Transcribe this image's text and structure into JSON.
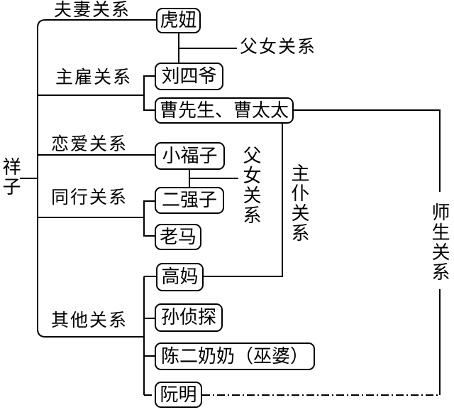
{
  "diagram": {
    "root": {
      "label": "祥子"
    },
    "branches": [
      {
        "label": "夫妻关系",
        "nodes": [
          "虎妞"
        ]
      },
      {
        "label": "主雇关系",
        "nodes": [
          "刘四爷",
          "曹先生、曹太太"
        ]
      },
      {
        "label": "恋爱关系",
        "nodes": [
          "小福子"
        ]
      },
      {
        "label": "同行关系",
        "nodes": [
          "二强子",
          "老马"
        ]
      },
      {
        "label": "其他关系",
        "nodes": [
          "高妈",
          "孙侦探",
          "陈二奶奶（巫婆）",
          "阮明"
        ]
      }
    ],
    "cross_relations": [
      {
        "label": "父女关系",
        "between": [
          "虎妞",
          "刘四爷"
        ],
        "orientation": "horizontal"
      },
      {
        "label": "父女关系",
        "between": [
          "小福子",
          "二强子"
        ],
        "orientation": "vertical"
      },
      {
        "label": "主仆关系",
        "between": [
          "曹先生、曹太太",
          "高妈"
        ],
        "orientation": "vertical"
      },
      {
        "label": "师生关系",
        "between": [
          "曹先生、曹太太",
          "阮明"
        ],
        "orientation": "vertical",
        "line_style": "dash-dot"
      }
    ],
    "colors": {
      "background": "#ffffff",
      "line": "#000000",
      "text": "#000000"
    }
  }
}
